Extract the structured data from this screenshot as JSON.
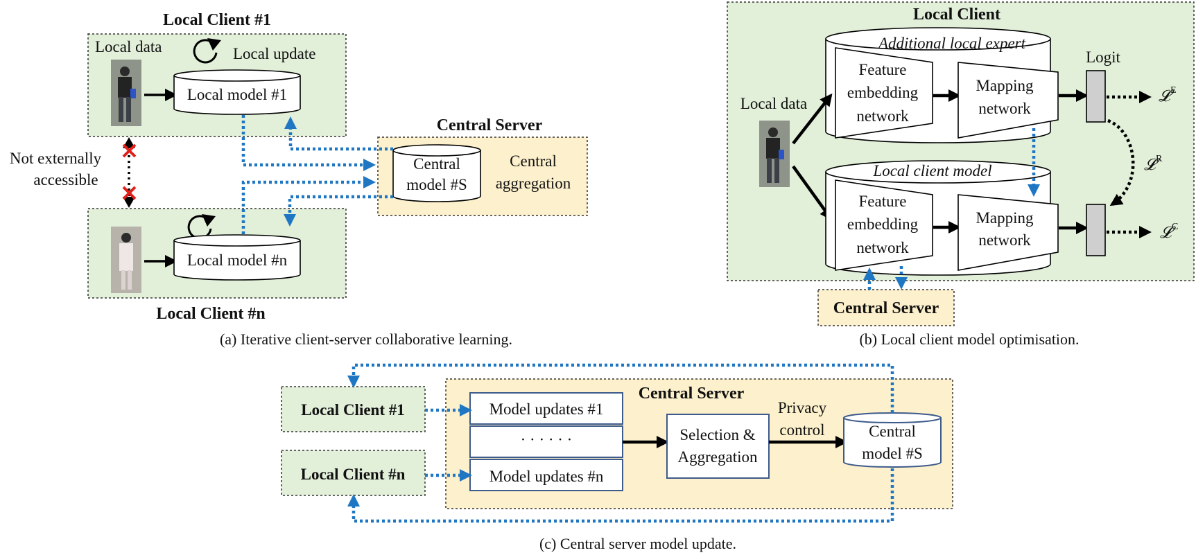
{
  "colors": {
    "client_fill": "#e2efd9",
    "server_fill": "#fdf0cc",
    "dotted_blue": "#1f77c4",
    "arrow_black": "#000000",
    "cross_red": "#e0201b",
    "logit_fill": "#cfcfcf"
  },
  "panel_a": {
    "client1_title": "Local Client #1",
    "local_data": "Local data",
    "local_update": "Local update",
    "model1": "Local model #1",
    "not_access_line1": "Not externally",
    "not_access_line2": "accessible",
    "modeln": "Local model #n",
    "clientn_title": "Local Client #n",
    "server_title": "Central Server",
    "central_model_line1": "Central",
    "central_model_line2": "model #S",
    "aggregation_line1": "Central",
    "aggregation_line2": "aggregation",
    "caption": "(a) Iterative client-server collaborative learning."
  },
  "panel_b": {
    "client_title": "Local Client",
    "expert_label": "Additional local expert",
    "local_data": "Local data",
    "feature_line1": "Feature",
    "feature_line2": "embedding",
    "feature_line3": "network",
    "mapping_line1": "Mapping",
    "mapping_line2": "network",
    "logit": "Logit",
    "client_model_label": "Local client model",
    "loss_e": "𝓛",
    "loss_e_sup": "E",
    "loss_r": "𝓛",
    "loss_r_sup": "R",
    "loss_c": "𝓛",
    "loss_c_sup": "C",
    "server_label": "Central Server",
    "caption": "(b) Local client model optimisation."
  },
  "panel_c": {
    "client1": "Local Client #1",
    "clientn": "Local Client #n",
    "server_title": "Central Server",
    "updates1": "Model updates #1",
    "dots": "· · · · · ·",
    "updatesn": "Model updates #n",
    "selection_line1": "Selection &",
    "selection_line2": "Aggregation",
    "privacy_line1": "Privacy",
    "privacy_line2": "control",
    "central_line1": "Central",
    "central_line2": "model #S",
    "caption": "(c) Central server model update."
  }
}
